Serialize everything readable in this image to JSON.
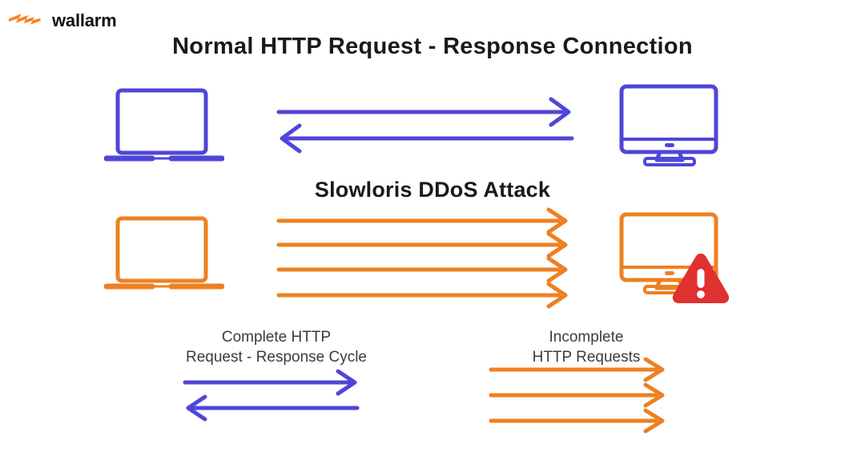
{
  "brand": {
    "name": "wallarm",
    "logo_icon": "wallarm-lightning-mark",
    "logo_color": "#F58220"
  },
  "colors": {
    "blue": "#4F46D8",
    "orange": "#EE8022",
    "red": "#E0302F",
    "heading": "#1a1a1a",
    "caption": "#3c3c3c",
    "background": "#ffffff"
  },
  "headings": {
    "normal": "Normal HTTP Request - Response Connection",
    "slowloris": "Slowloris DDoS Attack"
  },
  "sections": {
    "normal": {
      "client_icon": "laptop-icon",
      "server_icon": "desktop-monitor-icon",
      "arrows": [
        {
          "direction": "right",
          "label": "request",
          "color": "#4F46D8"
        },
        {
          "direction": "left",
          "label": "response",
          "color": "#4F46D8"
        }
      ]
    },
    "attack": {
      "client_icon": "laptop-icon",
      "server_icon": "desktop-monitor-icon",
      "server_status_icon": "warning-triangle-icon",
      "arrows": [
        {
          "direction": "right",
          "label": "incomplete-request-1",
          "color": "#EE8022"
        },
        {
          "direction": "right",
          "label": "incomplete-request-2",
          "color": "#EE8022"
        },
        {
          "direction": "right",
          "label": "incomplete-request-3",
          "color": "#EE8022"
        },
        {
          "direction": "right",
          "label": "incomplete-request-4",
          "color": "#EE8022"
        }
      ]
    }
  },
  "legend": {
    "complete": {
      "line1": "Complete HTTP",
      "line2": "Request - Response Cycle",
      "arrows": [
        {
          "direction": "right",
          "color": "#4F46D8"
        },
        {
          "direction": "left",
          "color": "#4F46D8"
        }
      ]
    },
    "incomplete": {
      "line1": "Incomplete",
      "line2": "HTTP Requests",
      "arrows": [
        {
          "direction": "right",
          "color": "#EE8022"
        },
        {
          "direction": "right",
          "color": "#EE8022"
        },
        {
          "direction": "right",
          "color": "#EE8022"
        }
      ]
    }
  }
}
